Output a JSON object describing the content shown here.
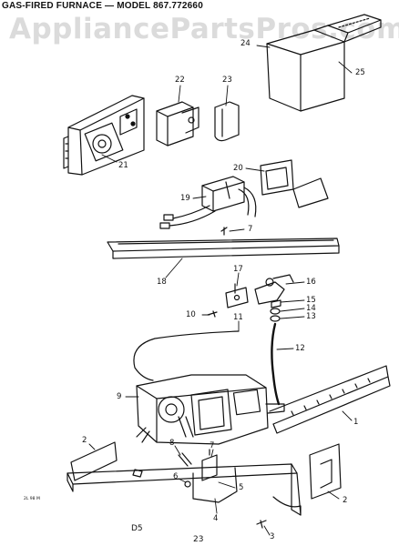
{
  "header": {
    "title": "GAS-FIRED FURNACE — MODEL 867.772660",
    "watermark": "AppliancePartsPros.com"
  },
  "callouts": {
    "c1": "1",
    "c2a": "2",
    "c2b": "2",
    "c3": "3",
    "c4": "4",
    "c5": "5",
    "c6": "6",
    "c7a": "7",
    "c7b": "7",
    "c8": "8",
    "c9": "9",
    "c10": "10",
    "c11": "11",
    "c12": "12",
    "c13": "13",
    "c14": "14",
    "c15": "15",
    "c16": "16",
    "c17": "17",
    "c18": "18",
    "c19": "19",
    "c20": "20",
    "c21": "21",
    "c22": "22",
    "c23": "23",
    "c24": "24",
    "c25": "25"
  },
  "footer": {
    "section": "D5",
    "page": "23",
    "ref": "2L 98 M"
  },
  "colors": {
    "ink": "#111111",
    "watermark": "#bebebe"
  }
}
